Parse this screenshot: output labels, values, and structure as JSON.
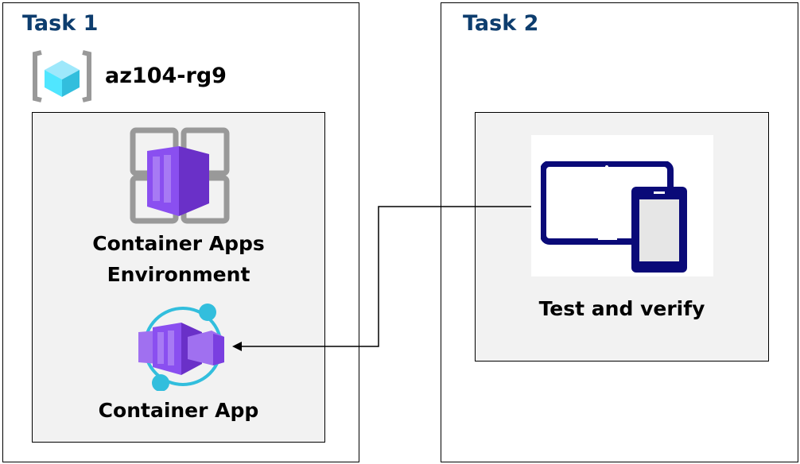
{
  "task1": {
    "title": "Task 1",
    "resource_group": "az104-rg9",
    "environment_label_line1": "Container Apps",
    "environment_label_line2": "Environment",
    "app_label": "Container App"
  },
  "task2": {
    "title": "Task 2",
    "test_label": "Test and verify"
  },
  "colors": {
    "title": "#0d3d6e",
    "panel": "#f2f2f2",
    "container_purple": "#7a3fe0",
    "accent_cyan": "#32bedd",
    "device_navy": "#0a0a78"
  },
  "icons": [
    "resource-group-icon",
    "container-apps-environment-icon",
    "container-app-icon",
    "devices-icon"
  ]
}
